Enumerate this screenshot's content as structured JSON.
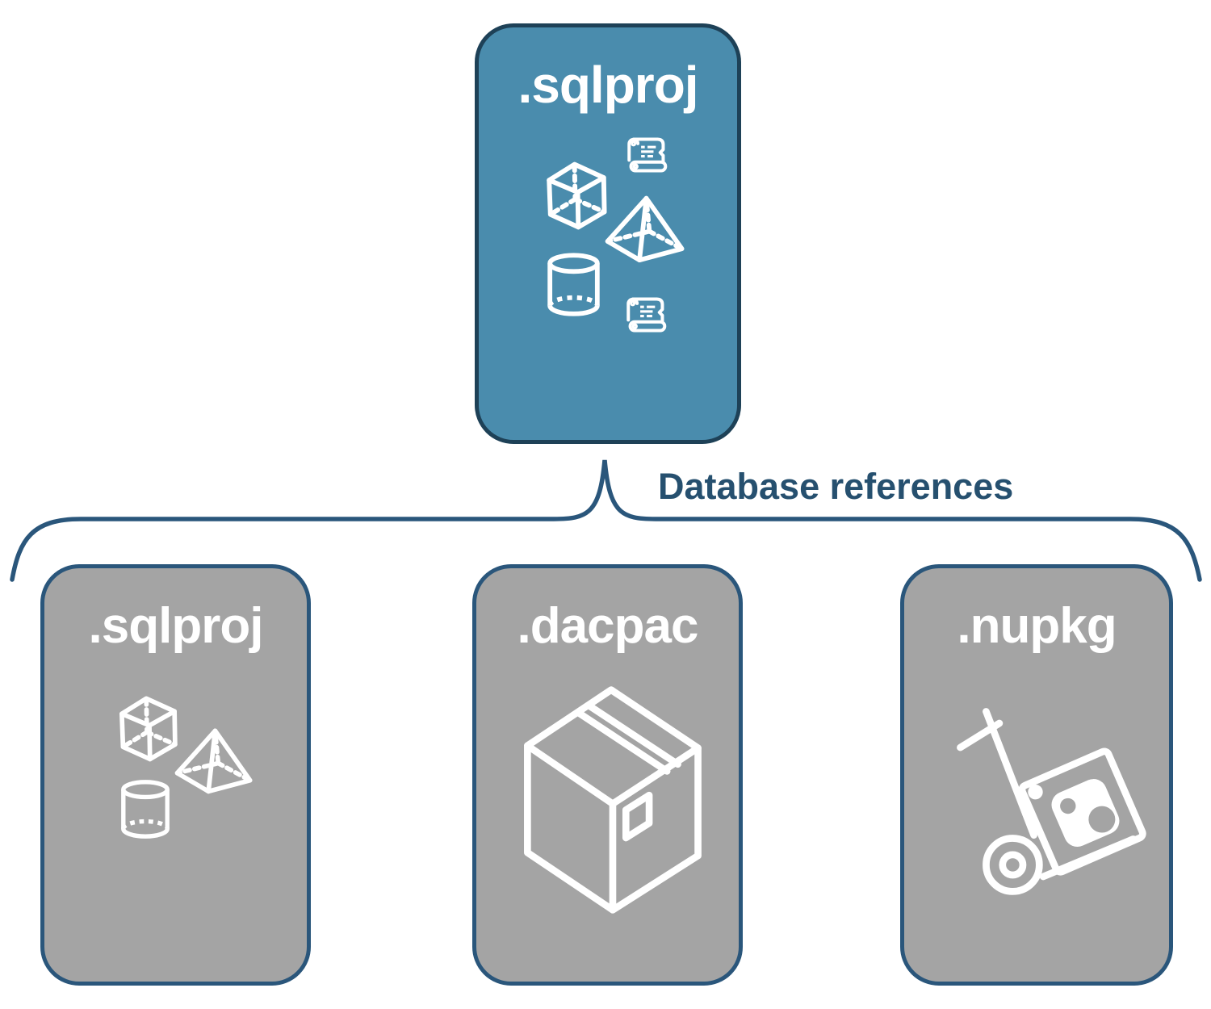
{
  "diagram": {
    "root_node": {
      "label": ".sqlproj",
      "fill": "#4A8CAD",
      "border": "#1E4157",
      "icons": [
        "scroll-icon",
        "cube-icon",
        "pyramid-icon",
        "cylinder-icon",
        "scroll-icon"
      ]
    },
    "connector": {
      "label": "Database references",
      "color": "#26506F",
      "style": "curly-brace"
    },
    "child_nodes": [
      {
        "label": ".sqlproj",
        "fill": "#A4A4A4",
        "border": "#2A567B",
        "icons": [
          "cube-icon",
          "pyramid-icon",
          "cylinder-icon"
        ]
      },
      {
        "label": ".dacpac",
        "fill": "#A4A4A4",
        "border": "#2A567B",
        "icons": [
          "package-box-icon"
        ]
      },
      {
        "label": ".nupkg",
        "fill": "#A4A4A4",
        "border": "#2A567B",
        "icons": [
          "nuget-hand-truck-icon"
        ]
      }
    ],
    "colors": {
      "icon_stroke": "#FFFFFF",
      "label_text": "#FFFFFF",
      "background": "#FFFFFF"
    }
  }
}
